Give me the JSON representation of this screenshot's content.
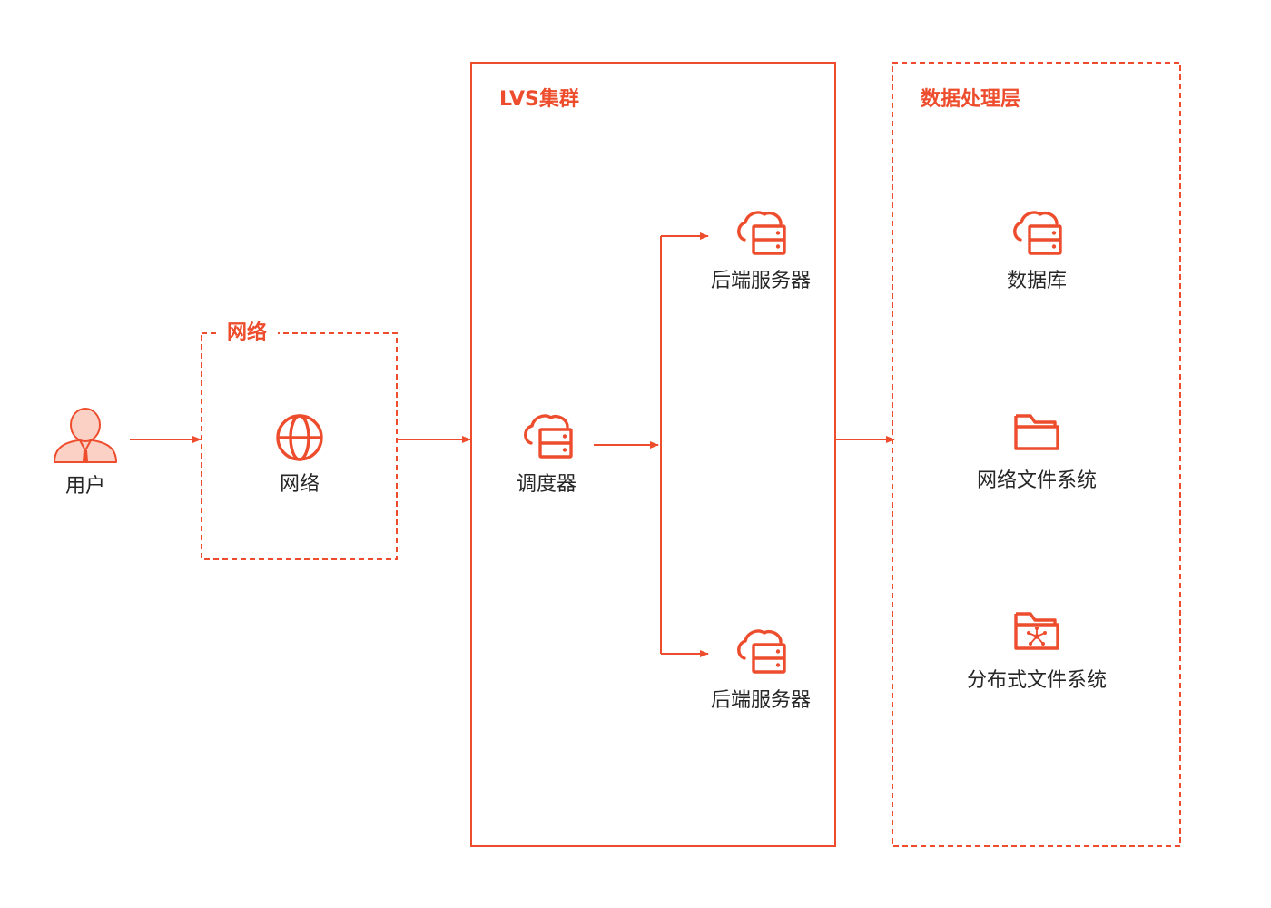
{
  "colors": {
    "accent": "#ee4d2d",
    "text": "#262626",
    "person_fill": "#fbd1c6"
  },
  "groups": {
    "network": {
      "title": "网络"
    },
    "lvs": {
      "title": "LVS集群"
    },
    "data_layer": {
      "title": "数据处理层"
    }
  },
  "nodes": {
    "user": {
      "label": "用户",
      "icon": "user-icon"
    },
    "network": {
      "label": "网络",
      "icon": "globe-icon"
    },
    "scheduler": {
      "label": "调度器",
      "icon": "cloud-server-icon"
    },
    "backend_top": {
      "label": "后端服务器",
      "icon": "cloud-server-icon"
    },
    "backend_bottom": {
      "label": "后端服务器",
      "icon": "cloud-server-icon"
    },
    "database": {
      "label": "数据库",
      "icon": "cloud-server-icon"
    },
    "nfs": {
      "label": "网络文件系统",
      "icon": "folder-icon"
    },
    "dfs": {
      "label": "分布式文件系统",
      "icon": "network-folder-icon"
    }
  },
  "edges": [
    {
      "from": "user",
      "to": "network"
    },
    {
      "from": "network",
      "to": "lvs"
    },
    {
      "from": "scheduler",
      "to": "backend_top"
    },
    {
      "from": "scheduler",
      "to": "backend_bottom"
    },
    {
      "from": "lvs",
      "to": "data_layer"
    }
  ]
}
